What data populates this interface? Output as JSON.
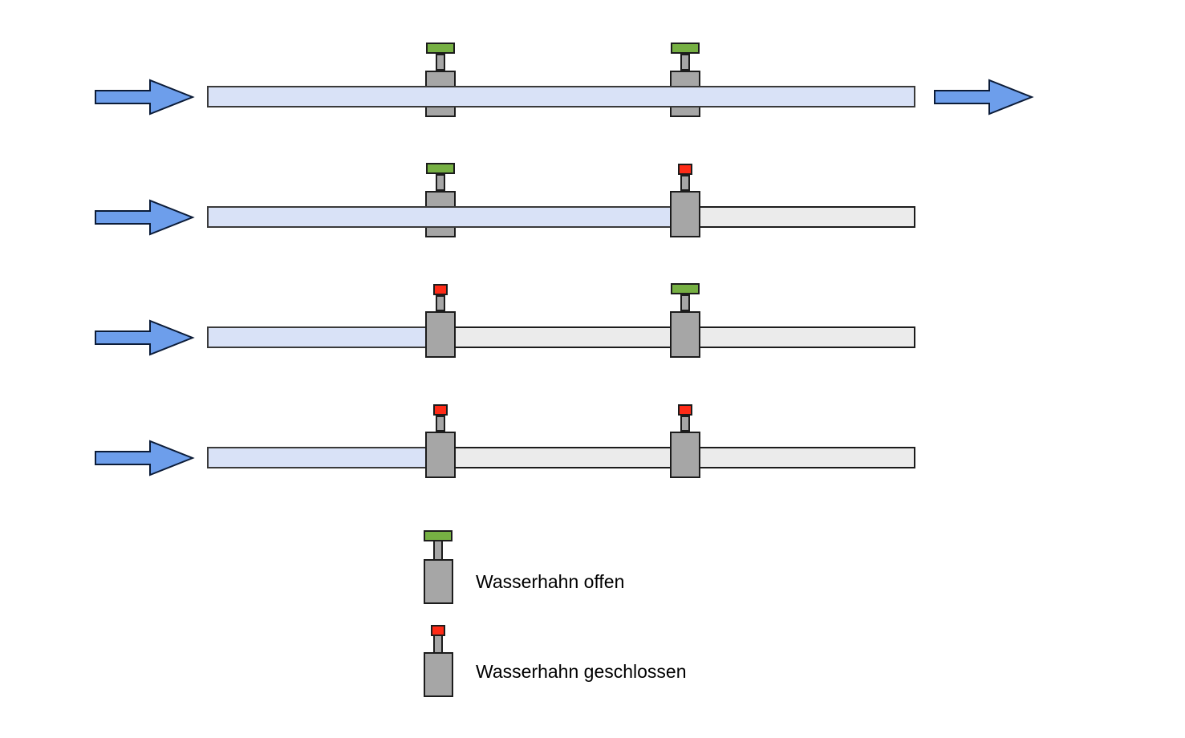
{
  "diagram": {
    "rows": [
      {
        "valves": [
          "open",
          "open"
        ],
        "water_extent": "full",
        "inflow_arrow": true,
        "outflow_arrow": true
      },
      {
        "valves": [
          "open",
          "closed"
        ],
        "water_extent": "to-valve-2",
        "inflow_arrow": true,
        "outflow_arrow": false
      },
      {
        "valves": [
          "closed",
          "open"
        ],
        "water_extent": "to-valve-1",
        "inflow_arrow": true,
        "outflow_arrow": false
      },
      {
        "valves": [
          "closed",
          "closed"
        ],
        "water_extent": "to-valve-1",
        "inflow_arrow": true,
        "outflow_arrow": false
      }
    ]
  },
  "legend": {
    "open_label": "Wasserhahn offen",
    "closed_label": "Wasserhahn geschlossen"
  },
  "colors": {
    "water": "#d9e2f7",
    "empty_pipe": "#ebebeb",
    "valve_body": "#a6a6a6",
    "valve_outline": "#1c1c1c",
    "open_cap": "#76b043",
    "closed_cap": "#ff2b17",
    "arrow_fill": "#6d9eeb",
    "arrow_stroke": "#0c1c38",
    "text": "#000000",
    "background": "#ffffff"
  }
}
